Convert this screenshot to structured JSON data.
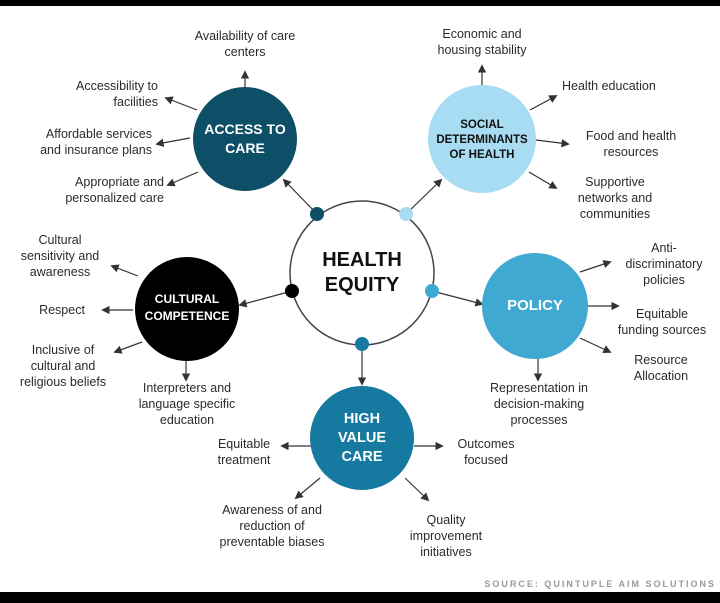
{
  "center": {
    "label": "HEALTH\nEQUITY"
  },
  "nodes": {
    "access": {
      "label": "ACCESS TO\nCARE",
      "color": "#0e4f68"
    },
    "social": {
      "label": "SOCIAL\nDETERMINANTS\nOF HEALTH",
      "color": "#a7dcf3"
    },
    "policy": {
      "label": "POLICY",
      "color": "#3fa9d2"
    },
    "high_value": {
      "label": "HIGH\nVALUE\nCARE",
      "color": "#1579a0"
    },
    "cultural": {
      "label": "CULTURAL\nCOMPETENCE",
      "color": "#000000"
    }
  },
  "access_items": [
    "Availability of care\ncenters",
    "Accessibility to\nfacilities",
    "Affordable services\nand insurance plans",
    "Appropriate and\npersonalized care"
  ],
  "social_items": [
    "Economic and\nhousing stability",
    "Health education",
    "Food and health\nresources",
    "Supportive\nnetworks and\ncommunities"
  ],
  "policy_items": [
    "Anti-\ndiscriminatory\npolicies",
    "Equitable\nfunding sources",
    "Resource\nAllocation",
    "Representation in\ndecision-making\nprocesses"
  ],
  "high_value_items": [
    "Equitable\ntreatment",
    "Outcomes\nfocused",
    "Awareness of and\nreduction of\npreventable biases",
    "Quality\nimprovement\ninitiatives"
  ],
  "cultural_items": [
    "Cultural\nsensitivity and\nawareness",
    "Respect",
    "Inclusive of\ncultural and\nreligious beliefs",
    "Interpreters and\nlanguage specific\neducation"
  ],
  "source": "SOURCE: QUINTUPLE AIM SOLUTIONS"
}
